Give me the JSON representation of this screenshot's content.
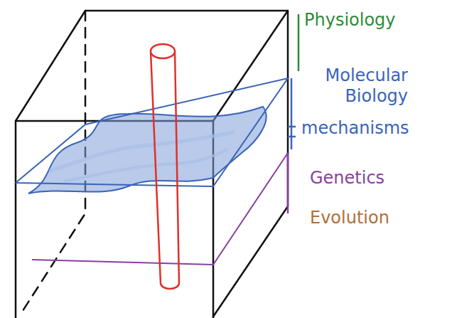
{
  "diagram": {
    "labels": [
      "Physiology",
      "Molecular Biology",
      "mechanisms",
      "Genetics",
      "Evolution"
    ]
  }
}
